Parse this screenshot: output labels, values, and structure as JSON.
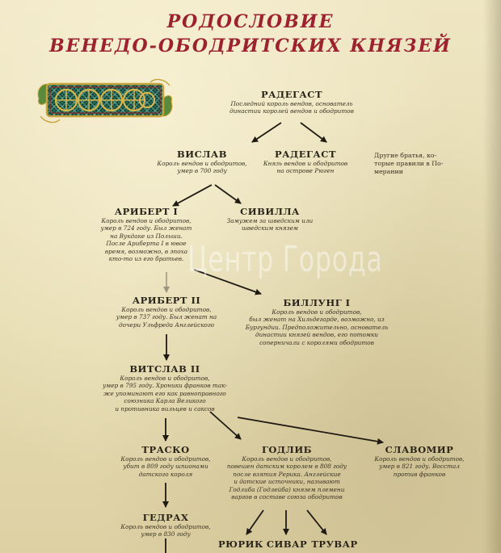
{
  "title": {
    "line1": "РОДОСЛОВИЕ",
    "line2": "ВЕНЕДО-ОБОДРИТСКИХ КНЯЗЕЙ"
  },
  "watermark": "Центр Города",
  "side_note": "Другие братья, ко-\nторые правили в По-\nмерании",
  "nodes": {
    "radegast1": {
      "name": "РАДЕГАСТ",
      "desc": "Последний король вендов, основатель\nдинастии королей вендов и ободритов"
    },
    "vislav": {
      "name": "ВИСЛАВ",
      "desc": "Король вендов и ободритов,\nумер в 700 году"
    },
    "radegast2": {
      "name": "РАДЕГАСТ",
      "desc": "Князь вендов и ободритов\nна острове Рюген"
    },
    "aribert1": {
      "name": "АРИБЕРТ I",
      "desc": "Король вендов и ободритов,\nумер в 724 году. Был женат\nна Вукдаке из Польши.\nПосле Ариберта I в ювое\nвремя, возможно, в эпоха\nкто-то из его братьев."
    },
    "sibilla": {
      "name": "СИВИЛЛА",
      "desc": "Замужем за шведским или\nшведским князем"
    },
    "aribert2": {
      "name": "АРИБЕРТ II",
      "desc": "Король вендов и ободритов,\nумер в 737 году. Был женат на\nдочери Ульфреда Англейского"
    },
    "billung1": {
      "name": "БИЛЛУНГ I",
      "desc": "Король вендов и ободритов,\nбыл женат на Хильдегарде, возможно, из\nБургундии. Предположительно, основатель\nдинастии князей вендов, его потомки\nсоперничали с королями ободритов"
    },
    "vitslav2": {
      "name": "ВИТСЛАВ II",
      "desc": "Король вендов и ободритов,\nумер в 795 году. Хроники франков так-\nже упоминают его как равноправного\nсоюзника Карла Великого\nи противника вильцев и саксов"
    },
    "trasko": {
      "name": "ТРАСКО",
      "desc": "Король вендов и ободритов,\nубит в 809 году шпионами\nдатского короля"
    },
    "godlib": {
      "name": "ГОДЛИБ",
      "desc": "Король вендов и ободритов,\nповешен датским королем в 808 году\nпосле взятия Рерика. Англейские\nи датские источники, называют\nГодлиба (Годлейба) князем племени\nваргов в составе союза ободритов"
    },
    "slavomir": {
      "name": "СЛАВОМИР",
      "desc": "Король вендов и ободритов,\nумер в 821 году. Восстал\nпротив франков"
    },
    "gedrakh": {
      "name": "ГЕДРАХ",
      "desc": "Король вендов и ободритов,\nумер в 830 году"
    },
    "ryurik": {
      "name": "РЮРИК",
      "desc": ""
    },
    "sivar": {
      "name": "СИВАР",
      "desc": ""
    },
    "truvar": {
      "name": "ТРУВАР",
      "desc": ""
    }
  },
  "colors": {
    "title": "#9c2230",
    "ornament_frame": "#1d5c4a",
    "ornament_gold": "#c8a23a",
    "ink": "#2a2418",
    "paper": "#e9dfb8"
  },
  "icons": [
    "celtic-knot-ornament"
  ]
}
